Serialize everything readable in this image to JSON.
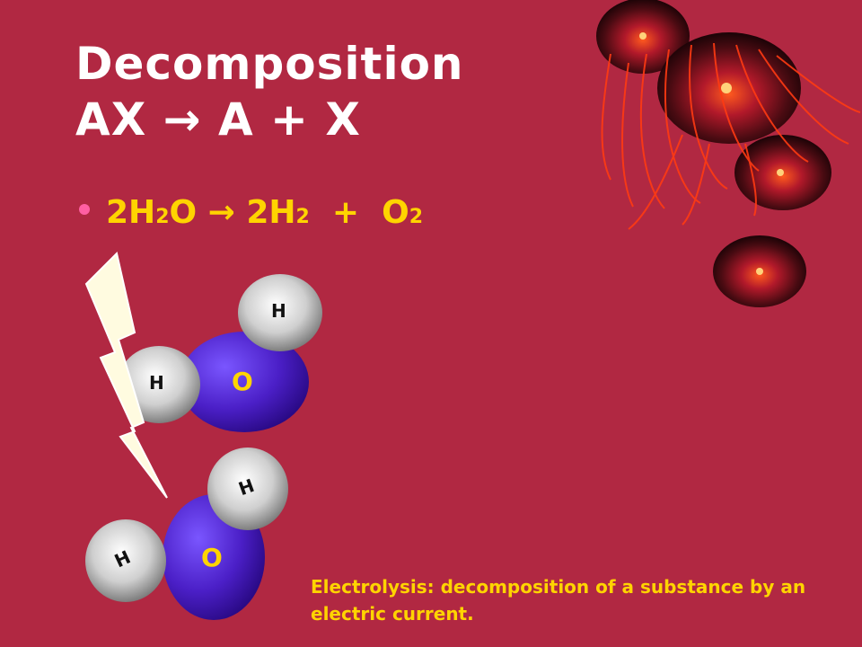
{
  "slide": {
    "title_line1": "Decomposition",
    "title_line2": "AX → A + X",
    "equation": {
      "coef1": "2H",
      "sub1": "2",
      "mid1": "O",
      "arrow": " → ",
      "coef2": "2H",
      "sub2": "2",
      "plus": "  +  ",
      "o": "O",
      "sub3": "2"
    },
    "molecule_1": {
      "h_top": "H",
      "h_left": "H",
      "o": "O"
    },
    "molecule_2": {
      "h_top": "H",
      "h_left": "H",
      "o": "O"
    },
    "note": "Electrolysis: decomposition of a substance by an electric current."
  },
  "colors": {
    "background": "#b12842",
    "title": "#ffffff",
    "accent_text": "#ffd400",
    "bullet": "#ff5fa2",
    "oxygen": "#5a2bd6",
    "hydrogen": "#c9c9c9"
  },
  "icons": [
    "lightning-bolt-icon",
    "decorative-spheres-icon"
  ]
}
